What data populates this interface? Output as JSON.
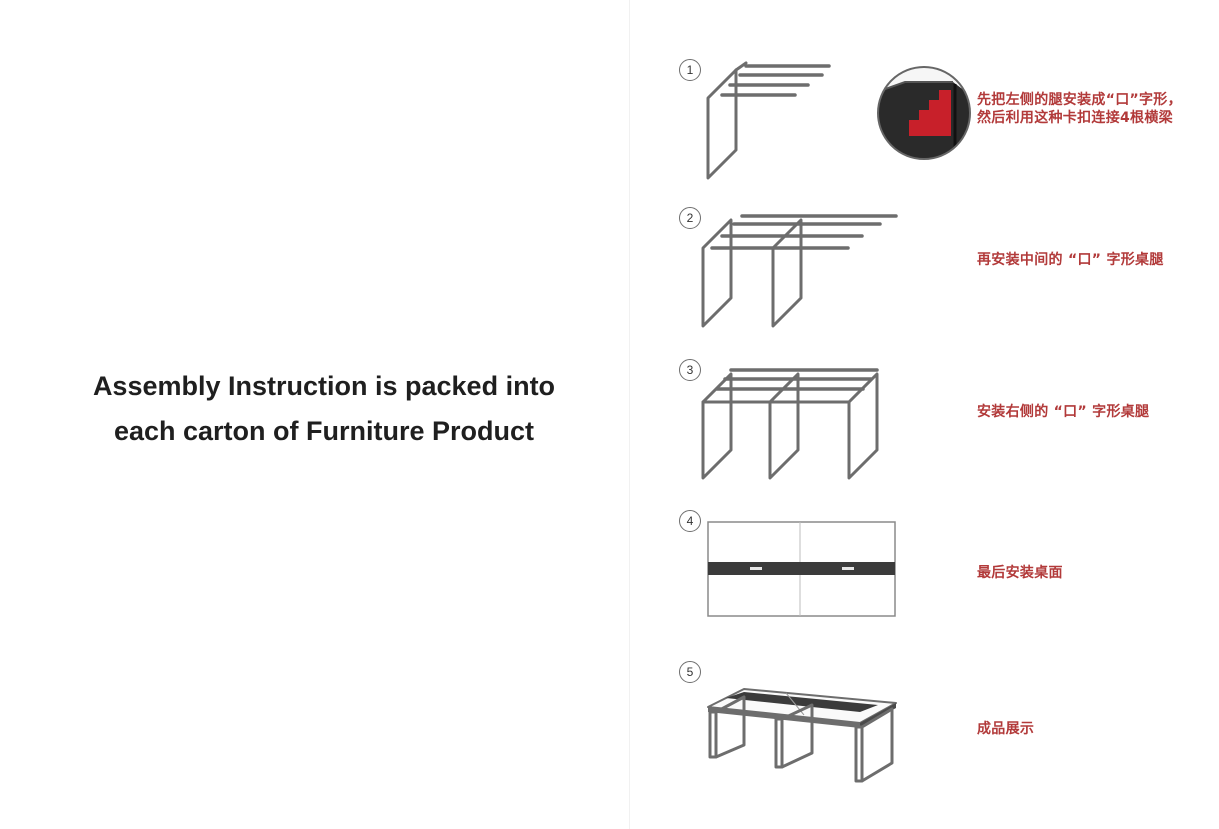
{
  "headline": {
    "line1": "Assembly Instruction is packed into",
    "line2": "each carton of Furniture Product"
  },
  "colors": {
    "frame": "#6d6d6d",
    "caption": "#b23a3a",
    "clip_red": "#c8202a",
    "clip_dark": "#2a2a2a"
  },
  "steps": [
    {
      "number": "1",
      "lines": [
        "先把左侧的腿安装成“口”字形，",
        "然后利用这种卡扣连接4根横梁"
      ]
    },
    {
      "number": "2",
      "lines": [
        "再安装中间的 “口” 字形桌腿"
      ]
    },
    {
      "number": "3",
      "lines": [
        "安装右侧的 “口” 字形桌腿"
      ]
    },
    {
      "number": "4",
      "lines": [
        "最后安装桌面"
      ]
    },
    {
      "number": "5",
      "lines": [
        "成品展示"
      ]
    }
  ]
}
